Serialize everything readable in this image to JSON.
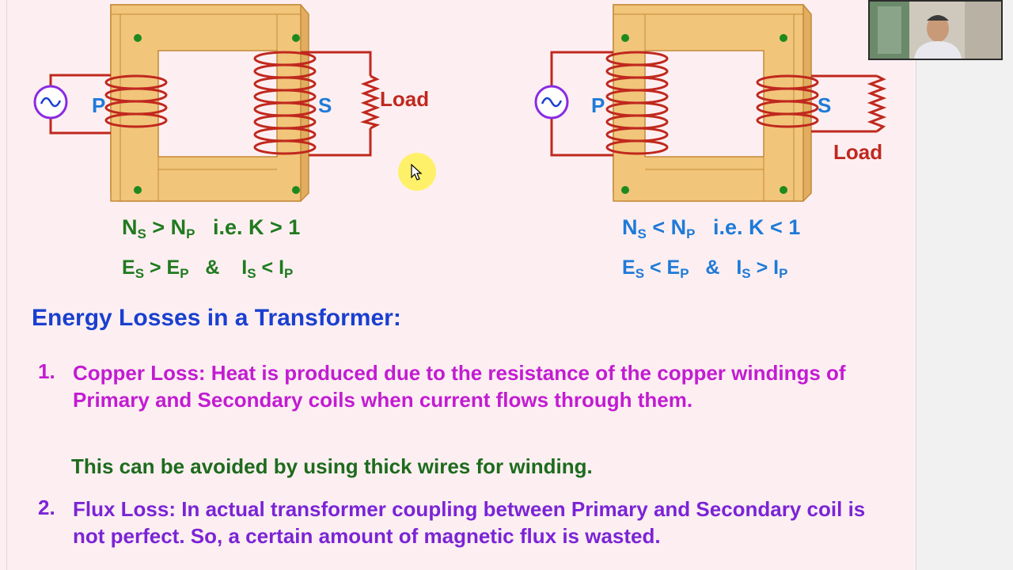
{
  "left_diagram": {
    "primary_label": "P",
    "secondary_label": "S",
    "load_label": "Load",
    "ac_source_icon": "ac-source-icon",
    "formula1": {
      "n_s": "N",
      "s_sub": "S",
      "op": ">",
      "n_p": "N",
      "p_sub": "P",
      "ie": "i.e. K > 1"
    },
    "formula2": {
      "e_s": "E",
      "es_sub": "S",
      "op1": ">",
      "e_p": "E",
      "ep_sub": "P",
      "amp": "&",
      "i_s": "I",
      "is_sub": "S",
      "op2": "<",
      "i_p": "I",
      "ip_sub": "P"
    }
  },
  "right_diagram": {
    "primary_label": "P",
    "secondary_label": "S",
    "load_label": "Load",
    "ac_source_icon": "ac-source-icon",
    "formula1": {
      "n_s": "N",
      "s_sub": "S",
      "op": "<",
      "n_p": "N",
      "p_sub": "P",
      "ie": "i.e. K < 1"
    },
    "formula2": {
      "e_s": "E",
      "es_sub": "S",
      "op1": "<",
      "e_p": "E",
      "ep_sub": "P",
      "amp": "&",
      "i_s": "I",
      "is_sub": "S",
      "op2": ">",
      "i_p": "I",
      "ip_sub": "P"
    }
  },
  "section_title": "Energy Losses in a Transformer:",
  "losses": [
    {
      "number": "1.",
      "text": "Copper Loss:  Heat is produced due to the resistance of the copper windings of Primary and Secondary coils when current flows through them."
    },
    {
      "number": "2.",
      "text": "Flux Loss:  In actual transformer coupling between Primary and Secondary coil is not perfect. So, a certain amount of magnetic flux is wasted."
    }
  ],
  "copper_note": "This can be avoided by using thick wires for winding.",
  "colors": {
    "slide_bg": "#fdeff1",
    "core_fill": "#f1c57a",
    "core_edge": "#c48a3a",
    "wire": "#c0281e",
    "heading": "#1a3fd0",
    "item1": "#c21cd2",
    "item2": "#7b24d6",
    "note": "#1d6b1d",
    "formula_left": "#1f7a1f",
    "formula_right": "#1f7ad8"
  },
  "overlays": {
    "webcam": "presenter-webcam-thumbnail",
    "cursor": "mouse-cursor-icon"
  }
}
